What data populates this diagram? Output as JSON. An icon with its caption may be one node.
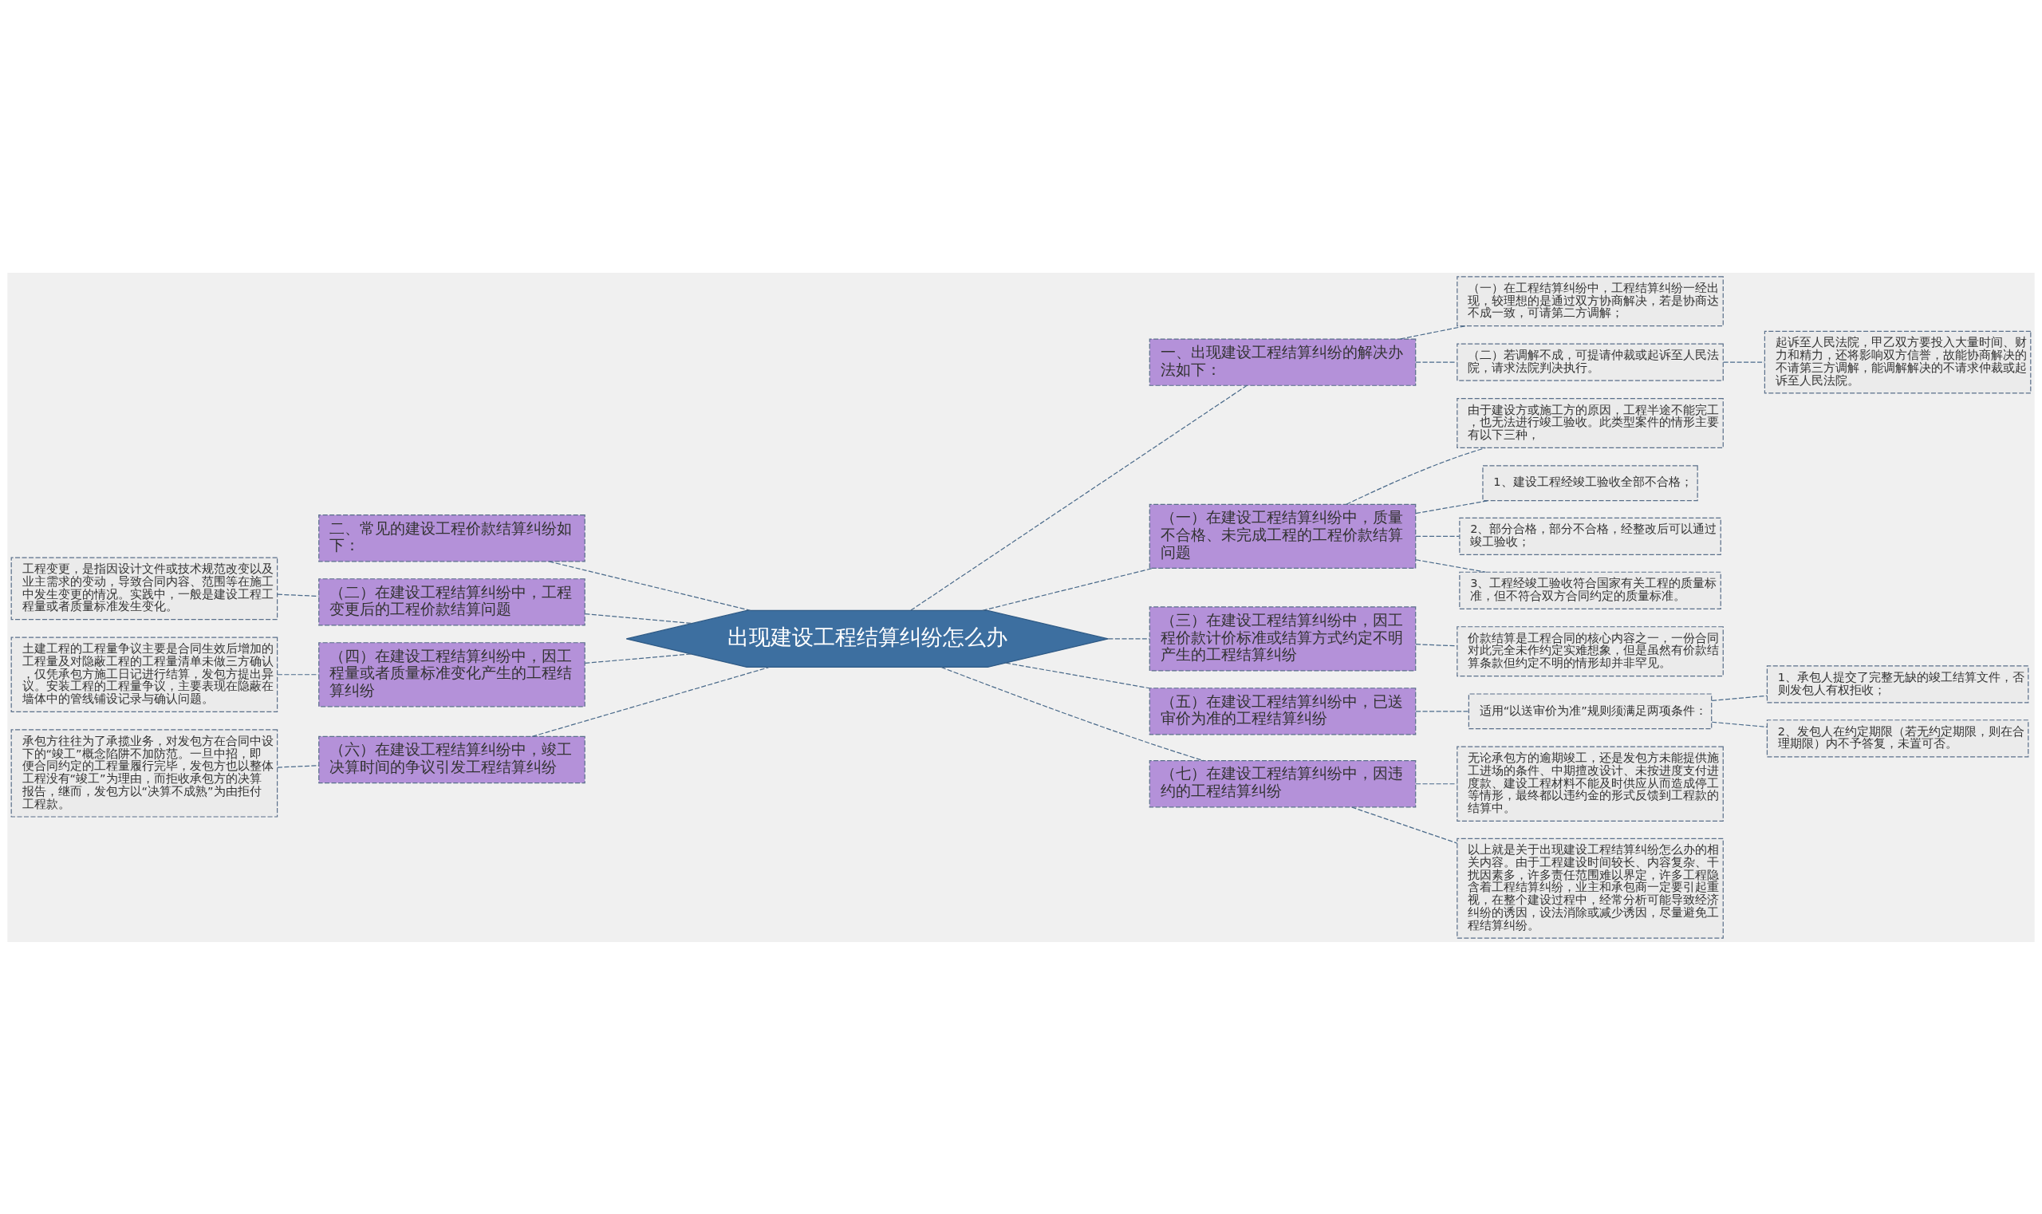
{
  "diagram": {
    "nodes": [
      {
        "text": [
          "出现建设工程结算纠纷怎么办"
        ]
      },
      {
        "text": [
          "一、出现建设工程结算纠纷的解决办法如下："
        ]
      },
      {
        "text": [
          "（一）在工程结算纠纷中，工程结算纠纷一经出现，较理想的是通过双方协商解决，若是协商达不成一致，可请第二方调解；"
        ]
      },
      {
        "text": [
          "（二）若调解不成，可提请仲裁或起诉至人民法院，请求法院判决执行。"
        ]
      },
      {
        "text": [
          "起诉至人民法院，甲乙双方要投入大量时间、财力和精力，还将影响双方信誉，故能协商解决的不请第三方调解，能调解解决的不请求仲裁或起诉至人民法院。"
        ]
      },
      {
        "text": [
          "（一）在建设工程结算纠纷中，质量不合格、未完成工程的工程价款结算问题"
        ]
      },
      {
        "text": [
          "由于建设方或施工方的原因，工程半途不能完工，也无法进行竣工验收。此类型案件的情形主要有以下三种，"
        ]
      },
      {
        "text": [
          "1、建设工程经竣工验收全部不合格；"
        ]
      },
      {
        "text": [
          "2、部分合格，部分不合格，经整改后可以通过竣工验收；"
        ]
      },
      {
        "text": [
          "3、工程经竣工验收符合国家有关工程的质量标准，但不符合双方合同约定的质量标准。"
        ]
      },
      {
        "text": [
          "（三）在建设工程结算纠纷中，因工程价款计价标准或结算方式约定不明产生的工程结算纠纷"
        ]
      },
      {
        "text": [
          "价款结算是工程合同的核心内容之一，一份合同对此完全未作约定实难想象，但是虽然有价款结算条款但约定不明的情形却并非罕见。"
        ]
      },
      {
        "text": [
          "（五）在建设工程结算纠纷中，已送审价为准的工程结算纠纷"
        ]
      },
      {
        "text": [
          "适用“以送审价为准”规则须满足两项条件："
        ]
      },
      {
        "text": [
          "1、承包人提交了完整无缺的竣工结算文件，否则发包人有权拒收；"
        ]
      },
      {
        "text": [
          "2、发包人在约定期限（若无约定期限，则在合理期限）内不予答复，未置可否。"
        ]
      },
      {
        "text": [
          "（七）在建设工程结算纠纷中，因违约的工程结算纠纷"
        ]
      },
      {
        "text": [
          "无论承包方的逾期竣工，还是发包方未能提供施工进场的条件、中期擅改设计、未按进度支付进度款、建设工程材料不能及时供应从而造成停工等情形，最终都以违约金的形式反馈到工程款的结算中。"
        ]
      },
      {
        "text": [
          "以上就是关于出现建设工程结算纠纷怎么办的相关内容。由于工程建设时间较长、内容复杂、干扰因素多，许多责任范围难以界定，许多工程隐含着工程结算纠纷，业主和承包商一定要引起重视，在整个建设过程中，经常分析可能导致经济纠纷的诱因，设法消除或减少诱因，尽量避免工程结算纠纷。"
        ]
      },
      {
        "text": [
          "二、常见的建设工程价款结算纠纷如下："
        ]
      },
      {
        "text": [
          "（二）在建设工程结算纠纷中，工程变更后的工程价款结算问题"
        ]
      },
      {
        "text": [
          "工程变更，是指因设计文件或技术规范改变以及业主需求的变动，导致合同内容、范围等在施工中发生变更的情况。实践中，一般是建设工程工程量或者质量标准发生变化。"
        ]
      },
      {
        "text": [
          "（四）在建设工程结算纠纷中，因工程量或者质量标准变化产生的工程结算纠纷"
        ]
      },
      {
        "text": [
          "土建工程的工程量争议主要是合同生效后增加的工程量及对隐蔽工程的工程量清单未做三方确认，仅凭承包方施工日记进行结算，发包方提出异议。安装工程的工程量争议，主要表现在隐蔽在墙体中的管线铺设记录与确认问题。"
        ]
      },
      {
        "text": [
          "（六）在建设工程结算纠纷中，竣工决算时间的争议引发工程结算纠纷"
        ]
      },
      {
        "text": [
          "承包方往往为了承揽业务，对发包方在合同中设下的“竣工”概念陷阱不加防范。一旦中招，即便合同约定的工程量履行完毕，发包方也以整体工程没有“竣工”为理由，而拒收承包方的决算报告，继而，发包方以“决算不成熟”为由拒付工程款。"
        ]
      }
    ],
    "edges": [
      {
        "from": 0,
        "to": 1,
        "arrow": "none",
        "style": "dashed"
      },
      {
        "from": 1,
        "to": 2,
        "arrow": "none",
        "style": "dashed"
      },
      {
        "from": 1,
        "to": 3,
        "arrow": "none",
        "style": "dashed"
      },
      {
        "from": 3,
        "to": 4,
        "arrow": "none",
        "style": "dashed"
      },
      {
        "from": 0,
        "to": 5,
        "arrow": "none",
        "style": "dashed"
      },
      {
        "from": 5,
        "to": 6,
        "arrow": "none",
        "style": "dashed"
      },
      {
        "from": 5,
        "to": 7,
        "arrow": "none",
        "style": "dashed"
      },
      {
        "from": 5,
        "to": 8,
        "arrow": "none",
        "style": "dashed"
      },
      {
        "from": 5,
        "to": 9,
        "arrow": "none",
        "style": "dashed"
      },
      {
        "from": 0,
        "to": 10,
        "arrow": "none",
        "style": "dashed"
      },
      {
        "from": 10,
        "to": 11,
        "arrow": "none",
        "style": "dashed"
      },
      {
        "from": 0,
        "to": 12,
        "arrow": "none",
        "style": "dashed"
      },
      {
        "from": 12,
        "to": 13,
        "arrow": "none",
        "style": "dashed"
      },
      {
        "from": 13,
        "to": 14,
        "arrow": "none",
        "style": "dashed"
      },
      {
        "from": 13,
        "to": 15,
        "arrow": "none",
        "style": "dashed"
      },
      {
        "from": 0,
        "to": 16,
        "arrow": "none",
        "style": "dashed"
      },
      {
        "from": 16,
        "to": 17,
        "arrow": "none",
        "style": "dashed"
      },
      {
        "from": 16,
        "to": 18,
        "arrow": "none",
        "style": "dashed"
      },
      {
        "from": 19,
        "to": 0,
        "arrow": "none",
        "style": "dashed"
      },
      {
        "from": 20,
        "to": 0,
        "arrow": "none",
        "style": "dashed"
      },
      {
        "from": 21,
        "to": 20,
        "arrow": "none",
        "style": "dashed"
      },
      {
        "from": 22,
        "to": 0,
        "arrow": "none",
        "style": "dashed"
      },
      {
        "from": 23,
        "to": 22,
        "arrow": "none",
        "style": "dashed"
      },
      {
        "from": 24,
        "to": 0,
        "arrow": "none",
        "style": "dashed"
      },
      {
        "from": 25,
        "to": 24,
        "arrow": "none",
        "style": "dashed"
      }
    ]
  }
}
